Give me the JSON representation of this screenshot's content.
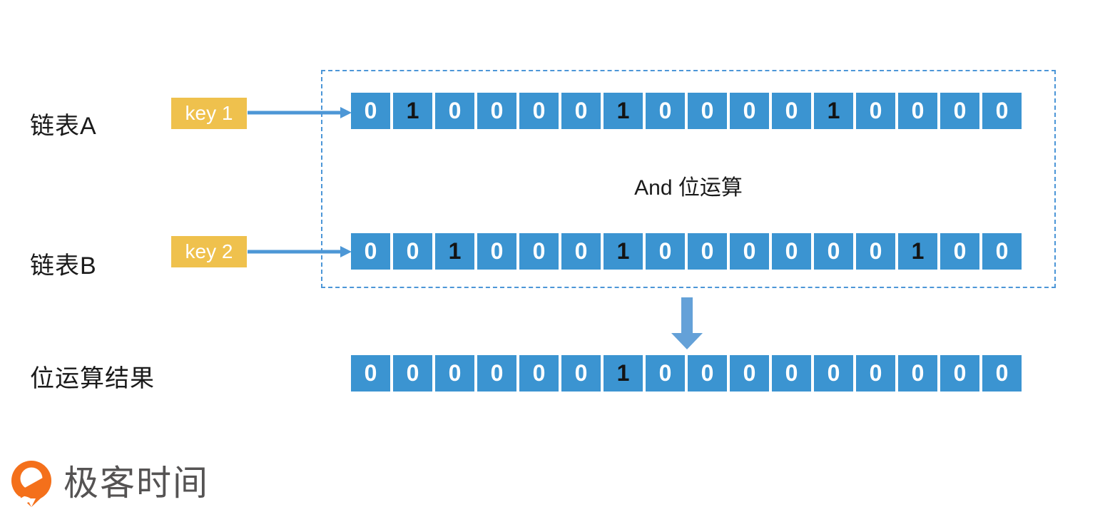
{
  "colors": {
    "cell_blue": "#3B94D1",
    "arrow_blue": "#4D97D6",
    "big_arrow_blue": "#64A1D8",
    "dashed_border_blue": "#4C96D7",
    "key_yellow": "#EFC14D",
    "one_digit_color": "#141414",
    "zero_digit_color": "#FFFFFF",
    "logo_orange": "#F4701B",
    "logo_text_gray": "#555353"
  },
  "operation_label": "And 位运算",
  "rows": {
    "a": {
      "label": "链表A",
      "key_label": "key 1",
      "bits": [
        "0",
        "1",
        "0",
        "0",
        "0",
        "0",
        "1",
        "0",
        "0",
        "0",
        "0",
        "1",
        "0",
        "0",
        "0",
        "0"
      ]
    },
    "b": {
      "label": "链表B",
      "key_label": "key 2",
      "bits": [
        "0",
        "0",
        "1",
        "0",
        "0",
        "0",
        "1",
        "0",
        "0",
        "0",
        "0",
        "0",
        "0",
        "1",
        "0",
        "0"
      ]
    },
    "result": {
      "label": "位运算结果",
      "bits": [
        "0",
        "0",
        "0",
        "0",
        "0",
        "0",
        "1",
        "0",
        "0",
        "0",
        "0",
        "0",
        "0",
        "0",
        "0",
        "0"
      ]
    }
  },
  "logo": {
    "text": "极客时间"
  }
}
